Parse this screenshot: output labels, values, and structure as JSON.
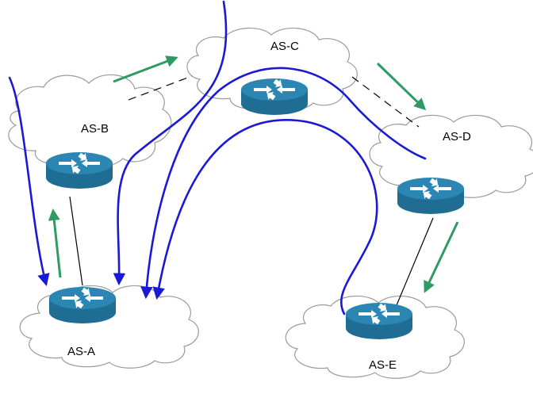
{
  "autonomous_systems": [
    {
      "id": "A",
      "label": "AS-A"
    },
    {
      "id": "B",
      "label": "AS-B"
    },
    {
      "id": "C",
      "label": "AS-C"
    },
    {
      "id": "D",
      "label": "AS-D"
    },
    {
      "id": "E",
      "label": "AS-E"
    }
  ],
  "colors": {
    "cloud_stroke": "#9a9a9a",
    "router_fill": "#1f6d93",
    "router_top": "#2b86b4",
    "route_path": "#1a1ad6",
    "advertisement_arrow": "#2e9a64",
    "link": "#000000"
  },
  "icons": {
    "router": "router-icon",
    "cloud": "cloud-shape"
  }
}
